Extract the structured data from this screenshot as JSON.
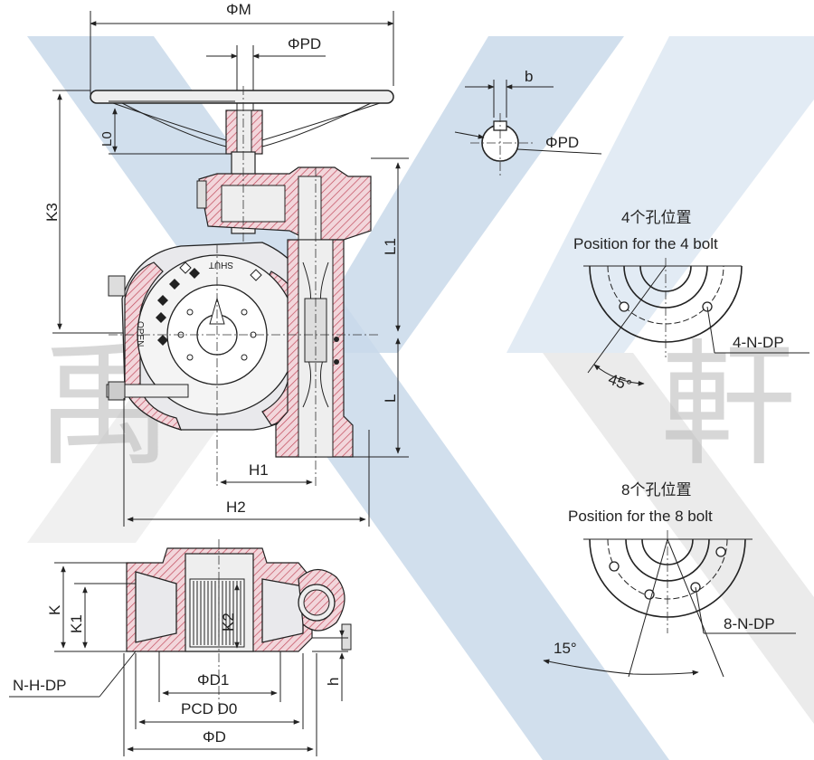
{
  "dims": {
    "phi_m": "ΦM",
    "phi_pd": "ΦPD",
    "l0": "L0",
    "k3": "K3",
    "l1": "L1",
    "l": "L",
    "h1": "H1",
    "h2": "H2",
    "k": "K",
    "k1": "K1",
    "k2": "K2",
    "n_h_dp": "N-H-DP",
    "phi_d1": "ΦD1",
    "pcd_d0": "PCD D0",
    "phi_d": "ΦD",
    "h": "h",
    "b": "b",
    "key_phi_pd": "ΦPD"
  },
  "dial": {
    "shut": "SHUT",
    "open": "OPEN"
  },
  "bolt4": {
    "title_cn": "4个孔位置",
    "title_en": "Position for the 4 bolt",
    "label": "4-N-DP",
    "angle": "45°"
  },
  "bolt8": {
    "title_cn": "8个孔位置",
    "title_en": "Position for the 8 bolt",
    "label": "8-N-DP",
    "angle": "15°"
  },
  "watermark": {
    "left_glyph": "禹",
    "right_glyph": "軒",
    "colors": {
      "blue_band": "#c9d9ea",
      "light_band": "#e6e6e6"
    }
  },
  "colors": {
    "hatch_line": "#c24a5c",
    "hatch_bg": "#f2d6db",
    "ink": "#222222"
  }
}
